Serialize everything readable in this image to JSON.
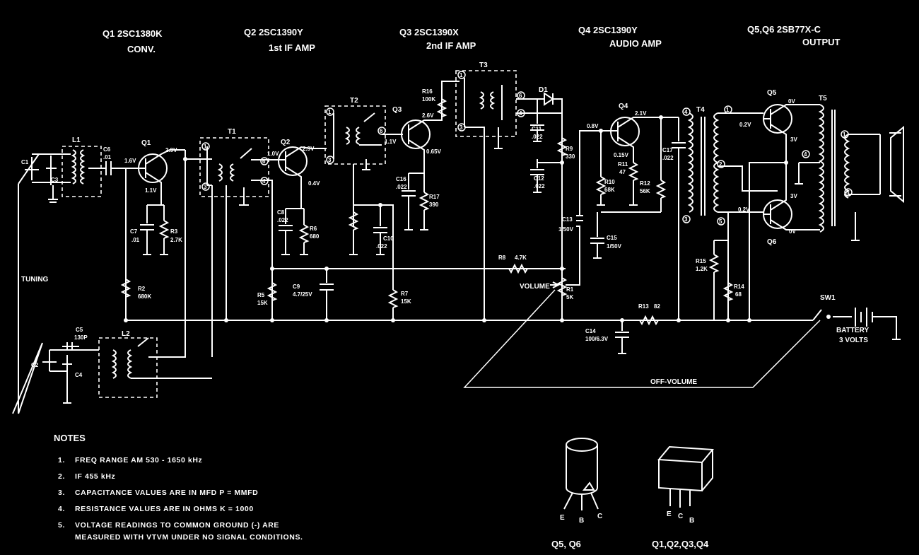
{
  "headers": [
    {
      "id": "q1",
      "line1": "Q1  2SC1380K",
      "line2": "CONV."
    },
    {
      "id": "q2",
      "line1": "Q2  2SC1390Y",
      "line2": "1st IF AMP"
    },
    {
      "id": "q3",
      "line1": "Q3  2SC1390X",
      "line2": "2nd IF AMP"
    },
    {
      "id": "q4",
      "line1": "Q4  2SC1390Y",
      "line2": "AUDIO AMP"
    },
    {
      "id": "q56",
      "line1": "Q5,Q6  2SB77X-C",
      "line2": "OUTPUT"
    }
  ],
  "labels": {
    "tuning": "TUNING",
    "volume": "VOLUME",
    "off_volume": "OFF-VOLUME",
    "sw1": "SW1",
    "battery": "BATTERY",
    "battery_volts": "3 VOLTS",
    "q1": "Q1",
    "q2": "Q2",
    "q3": "Q3",
    "q4": "Q4",
    "q5": "Q5",
    "q6": "Q6",
    "t1": "T1",
    "t2": "T2",
    "t3": "T3",
    "t4": "T4",
    "t5": "T5",
    "l1": "L1",
    "l2": "L2",
    "d1": "D1"
  },
  "components": {
    "c1": "C1",
    "c2": "C2",
    "c3": "C3",
    "c4": "C4",
    "c5": "C5",
    "c5v": "130P",
    "c6": "C6",
    "c6v": ".01",
    "c7": "C7",
    "c7v": ".01",
    "c8": "C8",
    "c8v": ".022",
    "c9": "C9",
    "c9v": "4.7/25V",
    "c10": "C10",
    "c10v": ".022",
    "c11": "C11",
    "c11v": ".022",
    "c12": "C12",
    "c12v": ".022",
    "c13": "C13",
    "c13v": "1/50V",
    "c14": "C14",
    "c14v": "100/6.3V",
    "c15": "C15",
    "c15v": "1/50V",
    "c16": "C16",
    "c16v": ".022",
    "c17": "C17",
    "c17v": ".022",
    "r1": "R1",
    "r1v": "5K",
    "r2": "R2",
    "r2v": "680K",
    "r3": "R3",
    "r3v": "2.7K",
    "r5": "R5",
    "r5v": "15K",
    "r6": "R6",
    "r6v": "680",
    "r7": "R7",
    "r7v": "15K",
    "r8": "R8",
    "r8v": "4.7K",
    "r9": "R9",
    "r9v": "330",
    "r10": "R10",
    "r10v": "68K",
    "r11": "R11",
    "r11v": "47",
    "r12": "R12",
    "r12v": "56K",
    "r13": "R13",
    "r13v": "82",
    "r14": "R14",
    "r14v": "68",
    "r15": "R15",
    "r15v": "1.2K",
    "r16": "R16",
    "r16v": "100K",
    "r17": "R17",
    "r17v": "390"
  },
  "voltages": {
    "q1b": "1.6V",
    "q1c": "2.9V",
    "q1e": "1.1V",
    "q2b": "1.0V",
    "q2c": "2.9V",
    "q2e": "0.4V",
    "q3b": "1.1V",
    "q3c": "2.6V",
    "q3e": "0.65V",
    "q4b": "0.8V",
    "q4c": "2.1V",
    "q4e": "0.15V",
    "q5b": "0.2V",
    "q5c": "0V",
    "q5e": "3V",
    "q6b": "0.2V",
    "q6c": "0V",
    "q6e": "3V"
  },
  "pins": {
    "p1": "1",
    "p2": "2",
    "p3": "3",
    "p4": "4",
    "p5": "5",
    "p6": "6"
  },
  "notes": {
    "title": "NOTES",
    "items": [
      {
        "n": "1.",
        "text": "FREQ  RANGE  AM  530 - 1650 kHz"
      },
      {
        "n": "2.",
        "text": "IF  455 kHz"
      },
      {
        "n": "3.",
        "text": "CAPACITANCE  VALUES  ARE  IN  MFD   P = MMFD"
      },
      {
        "n": "4.",
        "text": "RESISTANCE  VALUES  ARE  IN  OHMS   K = 1000"
      },
      {
        "n": "5.",
        "text": "VOLTAGE  READINGS  TO  COMMON  GROUND  (-)  ARE"
      }
    ],
    "item5_cont": "MEASURED  WITH  VTVM  UNDER  NO  SIGNAL  CONDITIONS."
  },
  "packages": {
    "round": {
      "e": "E",
      "b": "B",
      "c": "C",
      "caption": "Q5, Q6"
    },
    "flat": {
      "e": "E",
      "c": "C",
      "b": "B",
      "caption": "Q1,Q2,Q3,Q4"
    }
  },
  "colors": {
    "background": "#000000",
    "ink": "#ffffff"
  }
}
